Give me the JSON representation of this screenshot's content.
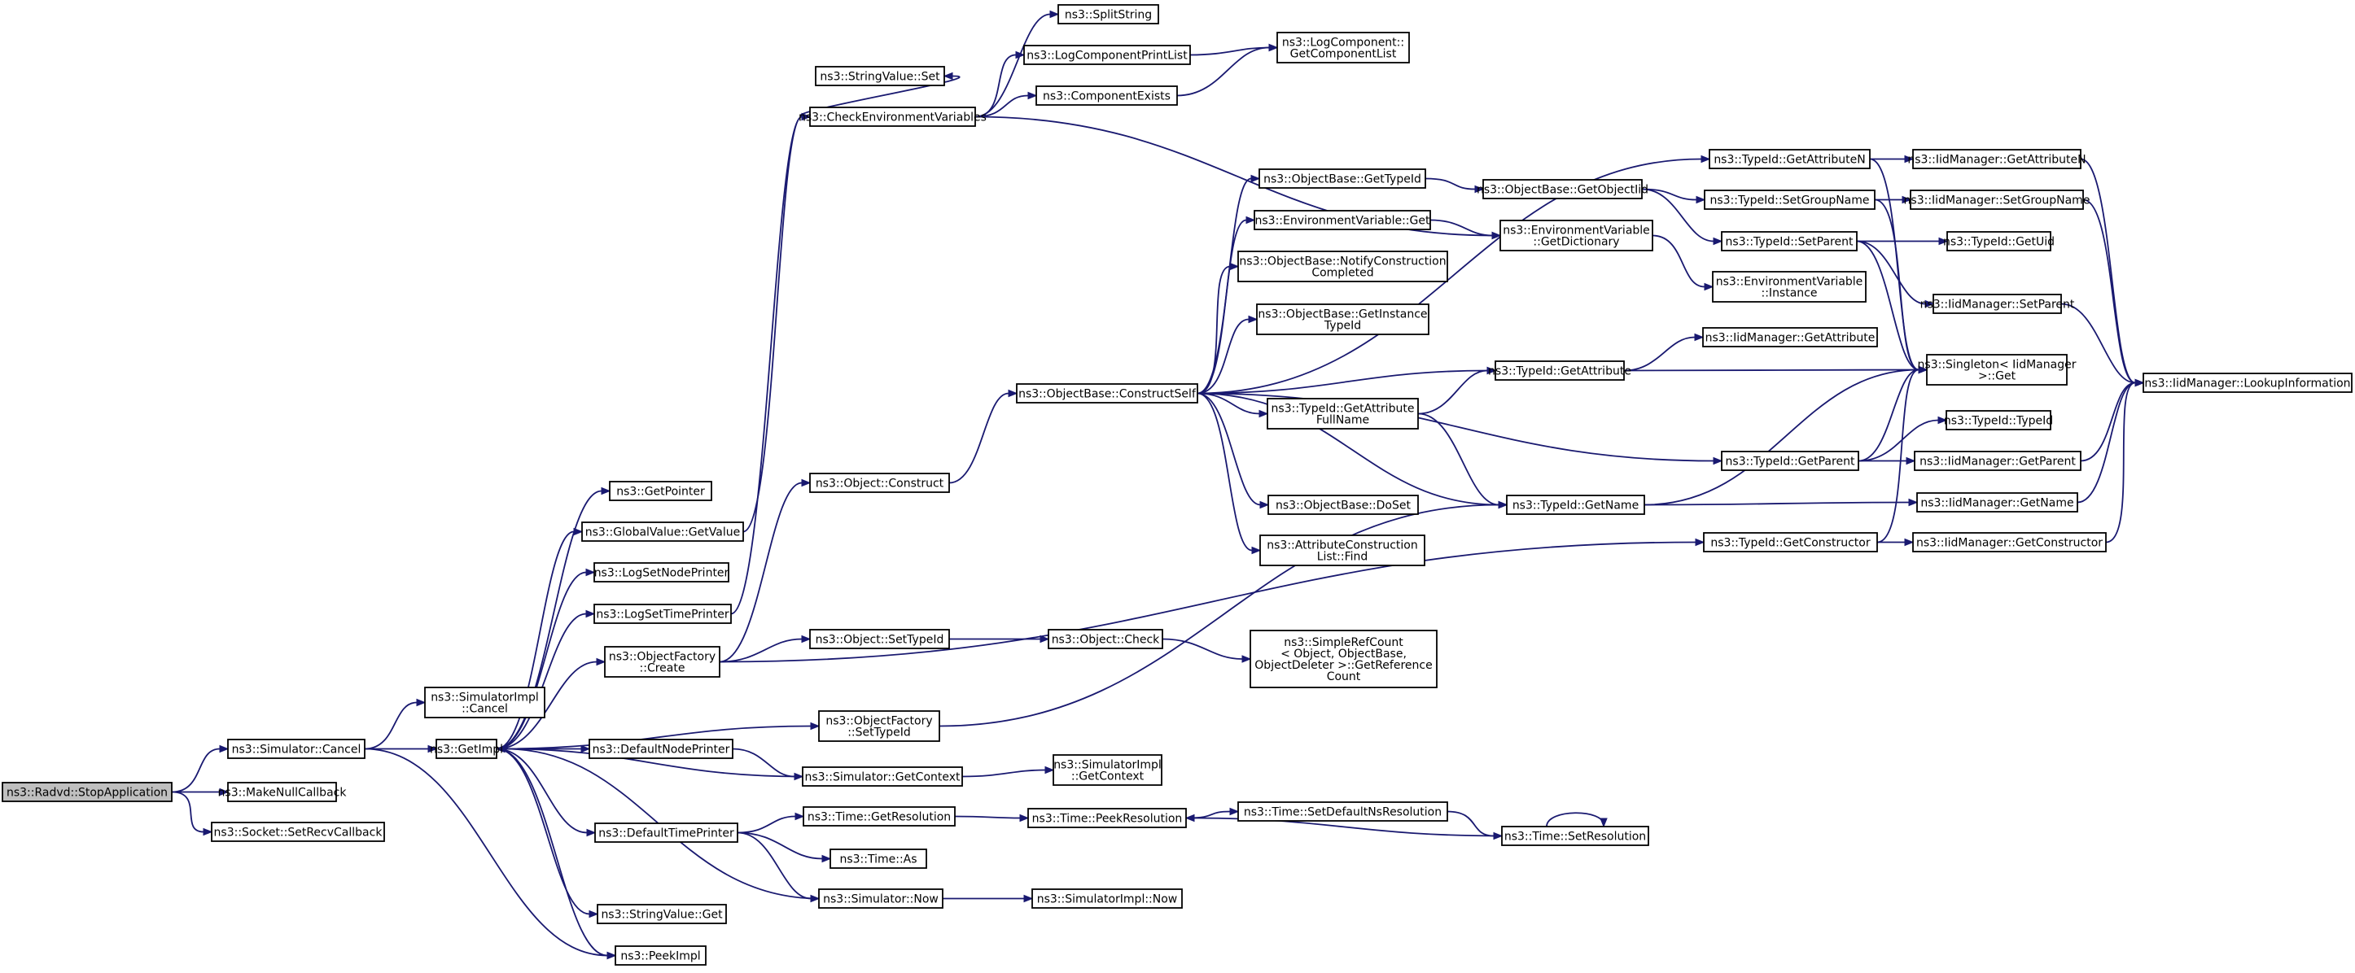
{
  "nodes": {
    "stopapp": {
      "lines": [
        "ns3::Radvd::StopApplication"
      ],
      "root": true
    },
    "simcancel": {
      "lines": [
        "ns3::Simulator::Cancel"
      ]
    },
    "makenull": {
      "lines": [
        "ns3::MakeNullCallback"
      ]
    },
    "setrecv": {
      "lines": [
        "ns3::Socket::SetRecvCallback"
      ]
    },
    "simimplcancel": {
      "lines": [
        "ns3::SimulatorImpl",
        "::Cancel"
      ]
    },
    "getimpl": {
      "lines": [
        "ns3::GetImpl"
      ]
    },
    "peekimpl": {
      "lines": [
        "ns3::PeekImpl"
      ]
    },
    "getpointer": {
      "lines": [
        "ns3::GetPointer"
      ]
    },
    "gvgetvalue": {
      "lines": [
        "ns3::GlobalValue::GetValue"
      ]
    },
    "logsetnode": {
      "lines": [
        "ns3::LogSetNodePrinter"
      ]
    },
    "logsettime": {
      "lines": [
        "ns3::LogSetTimePrinter"
      ]
    },
    "objfactcreate": {
      "lines": [
        "ns3::ObjectFactory",
        "::Create"
      ]
    },
    "defnodeprinter": {
      "lines": [
        "ns3::DefaultNodePrinter"
      ]
    },
    "deftimeprinter": {
      "lines": [
        "ns3::DefaultTimePrinter"
      ]
    },
    "svget": {
      "lines": [
        "ns3::StringValue::Get"
      ]
    },
    "svset": {
      "lines": [
        "ns3::StringValue::Set"
      ]
    },
    "checkenv": {
      "lines": [
        "ns3::CheckEnvironmentVariables"
      ]
    },
    "objconstruct": {
      "lines": [
        "ns3::Object::Construct"
      ]
    },
    "objsettypeid": {
      "lines": [
        "ns3::Object::SetTypeId"
      ]
    },
    "objfactsettypeid": {
      "lines": [
        "ns3::ObjectFactory",
        "::SetTypeId"
      ]
    },
    "simgetcontext": {
      "lines": [
        "ns3::Simulator::GetContext"
      ]
    },
    "timegetres": {
      "lines": [
        "ns3::Time::GetResolution"
      ]
    },
    "timeas": {
      "lines": [
        "ns3::Time::As"
      ]
    },
    "simnow": {
      "lines": [
        "ns3::Simulator::Now"
      ]
    },
    "splitstring": {
      "lines": [
        "ns3::SplitString"
      ]
    },
    "logcompprintlist": {
      "lines": [
        "ns3::LogComponentPrintList"
      ]
    },
    "compexists": {
      "lines": [
        "ns3::ComponentExists"
      ]
    },
    "logcompgetlist": {
      "lines": [
        "ns3::LogComponent::",
        "GetComponentList"
      ]
    },
    "constructself": {
      "lines": [
        "ns3::ObjectBase::ConstructSelf"
      ]
    },
    "objcheck": {
      "lines": [
        "ns3::Object::Check"
      ]
    },
    "simplerefcount": {
      "lines": [
        "ns3::SimpleRefCount",
        "< Object, ObjectBase,",
        "ObjectDeleter >::GetReference",
        "Count"
      ]
    },
    "simimplgetcontext": {
      "lines": [
        "ns3::SimulatorImpl",
        "::GetContext"
      ]
    },
    "timepeekres": {
      "lines": [
        "ns3::Time::PeekResolution"
      ]
    },
    "simimplnow": {
      "lines": [
        "ns3::SimulatorImpl::Now"
      ]
    },
    "obgettypeid": {
      "lines": [
        "ns3::ObjectBase::GetTypeId"
      ]
    },
    "envvarget": {
      "lines": [
        "ns3::EnvironmentVariable::Get"
      ]
    },
    "obnotify": {
      "lines": [
        "ns3::ObjectBase::NotifyConstruction",
        "Completed"
      ]
    },
    "obgetinstance": {
      "lines": [
        "ns3::ObjectBase::GetInstance",
        "TypeId"
      ]
    },
    "tidgetattrfull": {
      "lines": [
        "ns3::TypeId::GetAttribute",
        "FullName"
      ]
    },
    "obdoset": {
      "lines": [
        "ns3::ObjectBase::DoSet"
      ]
    },
    "attrconstructfind": {
      "lines": [
        "ns3::AttributeConstruction",
        "List::Find"
      ]
    },
    "timesetdefaultns": {
      "lines": [
        "ns3::Time::SetDefaultNsResolution"
      ]
    },
    "obgetobjectiid": {
      "lines": [
        "ns3::ObjectBase::GetObjectIid"
      ]
    },
    "envvargetdict": {
      "lines": [
        "ns3::EnvironmentVariable",
        "::GetDictionary"
      ]
    },
    "tidgetattr": {
      "lines": [
        "ns3::TypeId::GetAttribute"
      ]
    },
    "tidgetname": {
      "lines": [
        "ns3::TypeId::GetName"
      ]
    },
    "timesetres": {
      "lines": [
        "ns3::Time::SetResolution"
      ]
    },
    "tidgetattrn": {
      "lines": [
        "ns3::TypeId::GetAttributeN"
      ]
    },
    "tidsetgroupname": {
      "lines": [
        "ns3::TypeId::SetGroupName"
      ]
    },
    "tidsetparent": {
      "lines": [
        "ns3::TypeId::SetParent"
      ]
    },
    "envvarinstance": {
      "lines": [
        "ns3::EnvironmentVariable",
        "::Instance"
      ]
    },
    "iidgetattribute": {
      "lines": [
        "ns3::IidManager::GetAttribute"
      ]
    },
    "tidgetparent": {
      "lines": [
        "ns3::TypeId::GetParent"
      ]
    },
    "tidgetconstructor": {
      "lines": [
        "ns3::TypeId::GetConstructor"
      ]
    },
    "iidgetattrn": {
      "lines": [
        "ns3::IidManager::GetAttributeN"
      ]
    },
    "iidsetgroupname": {
      "lines": [
        "ns3::IidManager::SetGroupName"
      ]
    },
    "tidgetuid": {
      "lines": [
        "ns3::TypeId::GetUid"
      ]
    },
    "iidsetparent": {
      "lines": [
        "ns3::IidManager::SetParent"
      ]
    },
    "singletonget": {
      "lines": [
        "ns3::Singleton< IidManager",
        ">::Get"
      ]
    },
    "tidtypeid": {
      "lines": [
        "ns3::TypeId::TypeId"
      ]
    },
    "iidgetparent": {
      "lines": [
        "ns3::IidManager::GetParent"
      ]
    },
    "iidgetname": {
      "lines": [
        "ns3::IidManager::GetName"
      ]
    },
    "iidgetconstructor": {
      "lines": [
        "ns3::IidManager::GetConstructor"
      ]
    },
    "iidlookup": {
      "lines": [
        "ns3::IidManager::LookupInformation"
      ]
    }
  },
  "edges": [
    [
      "stopapp",
      "simcancel"
    ],
    [
      "stopapp",
      "makenull"
    ],
    [
      "stopapp",
      "setrecv"
    ],
    [
      "simcancel",
      "simimplcancel"
    ],
    [
      "simcancel",
      "getimpl"
    ],
    [
      "simcancel",
      "peekimpl"
    ],
    [
      "getimpl",
      "getpointer"
    ],
    [
      "getimpl",
      "gvgetvalue"
    ],
    [
      "getimpl",
      "logsetnode"
    ],
    [
      "getimpl",
      "logsettime"
    ],
    [
      "getimpl",
      "objfactcreate"
    ],
    [
      "getimpl",
      "objfactsettypeid"
    ],
    [
      "getimpl",
      "defnodeprinter"
    ],
    [
      "getimpl",
      "deftimeprinter"
    ],
    [
      "getimpl",
      "svget"
    ],
    [
      "getimpl",
      "peekimpl"
    ],
    [
      "gvgetvalue",
      "checkenv"
    ],
    [
      "logsettime",
      "checkenv"
    ],
    [
      "checkenv",
      "svset"
    ],
    [
      "checkenv",
      "splitstring"
    ],
    [
      "checkenv",
      "logcompprintlist"
    ],
    [
      "checkenv",
      "compexists"
    ],
    [
      "checkenv",
      "envvargetdict"
    ],
    [
      "logcompprintlist",
      "logcompgetlist"
    ],
    [
      "compexists",
      "logcompgetlist"
    ],
    [
      "objfactcreate",
      "objconstruct"
    ],
    [
      "objfactcreate",
      "objsettypeid"
    ],
    [
      "objfactcreate",
      "tidgetconstructor"
    ],
    [
      "objconstruct",
      "constructself"
    ],
    [
      "objsettypeid",
      "objcheck"
    ],
    [
      "objcheck",
      "simplerefcount"
    ],
    [
      "objfactsettypeid",
      "tidgetname"
    ],
    [
      "defnodeprinter",
      "simgetcontext"
    ],
    [
      "simgetcontext",
      "getimpl"
    ],
    [
      "simgetcontext",
      "simimplgetcontext"
    ],
    [
      "deftimeprinter",
      "timegetres"
    ],
    [
      "deftimeprinter",
      "timeas"
    ],
    [
      "deftimeprinter",
      "simnow"
    ],
    [
      "simnow",
      "getimpl"
    ],
    [
      "simnow",
      "simimplnow"
    ],
    [
      "timegetres",
      "timepeekres"
    ],
    [
      "timepeekres",
      "timesetdefaultns"
    ],
    [
      "timesetdefaultns",
      "timesetres"
    ],
    [
      "timesetres",
      "timepeekres"
    ],
    [
      "timesetres",
      "timesetres"
    ],
    [
      "constructself",
      "obgettypeid"
    ],
    [
      "constructself",
      "envvarget"
    ],
    [
      "constructself",
      "obnotify"
    ],
    [
      "constructself",
      "obgetinstance"
    ],
    [
      "constructself",
      "tidgetattrfull"
    ],
    [
      "constructself",
      "obdoset"
    ],
    [
      "constructself",
      "attrconstructfind"
    ],
    [
      "constructself",
      "tidgetattr"
    ],
    [
      "constructself",
      "tidgetname"
    ],
    [
      "constructself",
      "tidgetparent"
    ],
    [
      "constructself",
      "tidgetattrn"
    ],
    [
      "obgettypeid",
      "obgetobjectiid"
    ],
    [
      "envvarget",
      "envvargetdict"
    ],
    [
      "obgetobjectiid",
      "tidsetgroupname"
    ],
    [
      "obgetobjectiid",
      "tidsetparent"
    ],
    [
      "envvargetdict",
      "envvarinstance"
    ],
    [
      "tidgetattrfull",
      "tidgetattr"
    ],
    [
      "tidgetattrfull",
      "tidgetname"
    ],
    [
      "tidgetattr",
      "iidgetattribute"
    ],
    [
      "tidgetattr",
      "singletonget"
    ],
    [
      "tidgetname",
      "singletonget"
    ],
    [
      "tidgetname",
      "iidgetname"
    ],
    [
      "tidgetattrn",
      "iidgetattrn"
    ],
    [
      "tidgetattrn",
      "singletonget"
    ],
    [
      "tidsetgroupname",
      "iidsetgroupname"
    ],
    [
      "tidsetgroupname",
      "singletonget"
    ],
    [
      "tidsetparent",
      "tidgetuid"
    ],
    [
      "tidsetparent",
      "iidsetparent"
    ],
    [
      "tidsetparent",
      "singletonget"
    ],
    [
      "tidgetparent",
      "singletonget"
    ],
    [
      "tidgetparent",
      "tidtypeid"
    ],
    [
      "tidgetparent",
      "iidgetparent"
    ],
    [
      "tidgetconstructor",
      "singletonget"
    ],
    [
      "tidgetconstructor",
      "iidgetconstructor"
    ],
    [
      "iidgetattrn",
      "iidlookup"
    ],
    [
      "iidsetgroupname",
      "iidlookup"
    ],
    [
      "iidsetparent",
      "iidlookup"
    ],
    [
      "iidgetparent",
      "iidlookup"
    ],
    [
      "iidgetname",
      "iidlookup"
    ],
    [
      "iidgetconstructor",
      "iidlookup"
    ]
  ]
}
